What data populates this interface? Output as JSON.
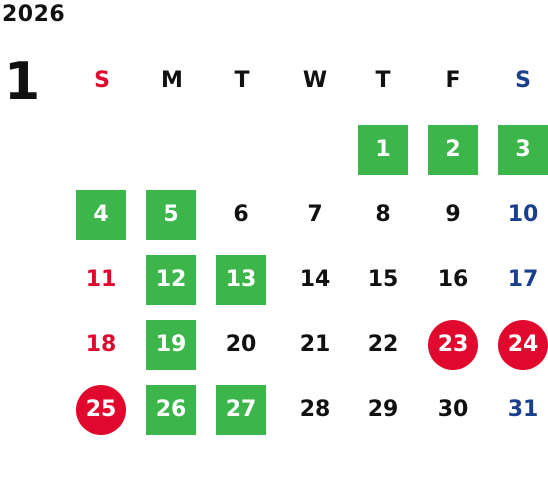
{
  "calendar": {
    "year": "2026",
    "month": "1",
    "weekdays": [
      {
        "label": "S",
        "color": "#e0082d"
      },
      {
        "label": "M",
        "color": "#111111"
      },
      {
        "label": "T",
        "color": "#111111"
      },
      {
        "label": "W",
        "color": "#111111"
      },
      {
        "label": "T",
        "color": "#111111"
      },
      {
        "label": "F",
        "color": "#111111"
      },
      {
        "label": "S",
        "color": "#1a3f8e"
      }
    ],
    "days": [
      {
        "label": "1",
        "style": "green"
      },
      {
        "label": "2",
        "style": "green"
      },
      {
        "label": "3",
        "style": "green"
      },
      {
        "label": "4",
        "style": "green"
      },
      {
        "label": "5",
        "style": "green"
      },
      {
        "label": "6",
        "style": "normal"
      },
      {
        "label": "7",
        "style": "normal"
      },
      {
        "label": "8",
        "style": "normal"
      },
      {
        "label": "9",
        "style": "normal"
      },
      {
        "label": "10",
        "style": "saturday"
      },
      {
        "label": "11",
        "style": "sunday"
      },
      {
        "label": "12",
        "style": "green"
      },
      {
        "label": "13",
        "style": "green"
      },
      {
        "label": "14",
        "style": "normal"
      },
      {
        "label": "15",
        "style": "normal"
      },
      {
        "label": "16",
        "style": "normal"
      },
      {
        "label": "17",
        "style": "saturday"
      },
      {
        "label": "18",
        "style": "sunday"
      },
      {
        "label": "19",
        "style": "green"
      },
      {
        "label": "20",
        "style": "normal"
      },
      {
        "label": "21",
        "style": "normal"
      },
      {
        "label": "22",
        "style": "normal"
      },
      {
        "label": "23",
        "style": "red-circle"
      },
      {
        "label": "24",
        "style": "red-circle"
      },
      {
        "label": "25",
        "style": "red-circle"
      },
      {
        "label": "26",
        "style": "green"
      },
      {
        "label": "27",
        "style": "green"
      },
      {
        "label": "28",
        "style": "normal"
      },
      {
        "label": "29",
        "style": "normal"
      },
      {
        "label": "30",
        "style": "normal"
      },
      {
        "label": "31",
        "style": "saturday"
      }
    ],
    "colors": {
      "holiday_green": "#3cb54a",
      "highlight_red": "#e0082d",
      "sunday_red": "#e0082d",
      "saturday_blue": "#1a3f8e",
      "text": "#111111"
    }
  }
}
